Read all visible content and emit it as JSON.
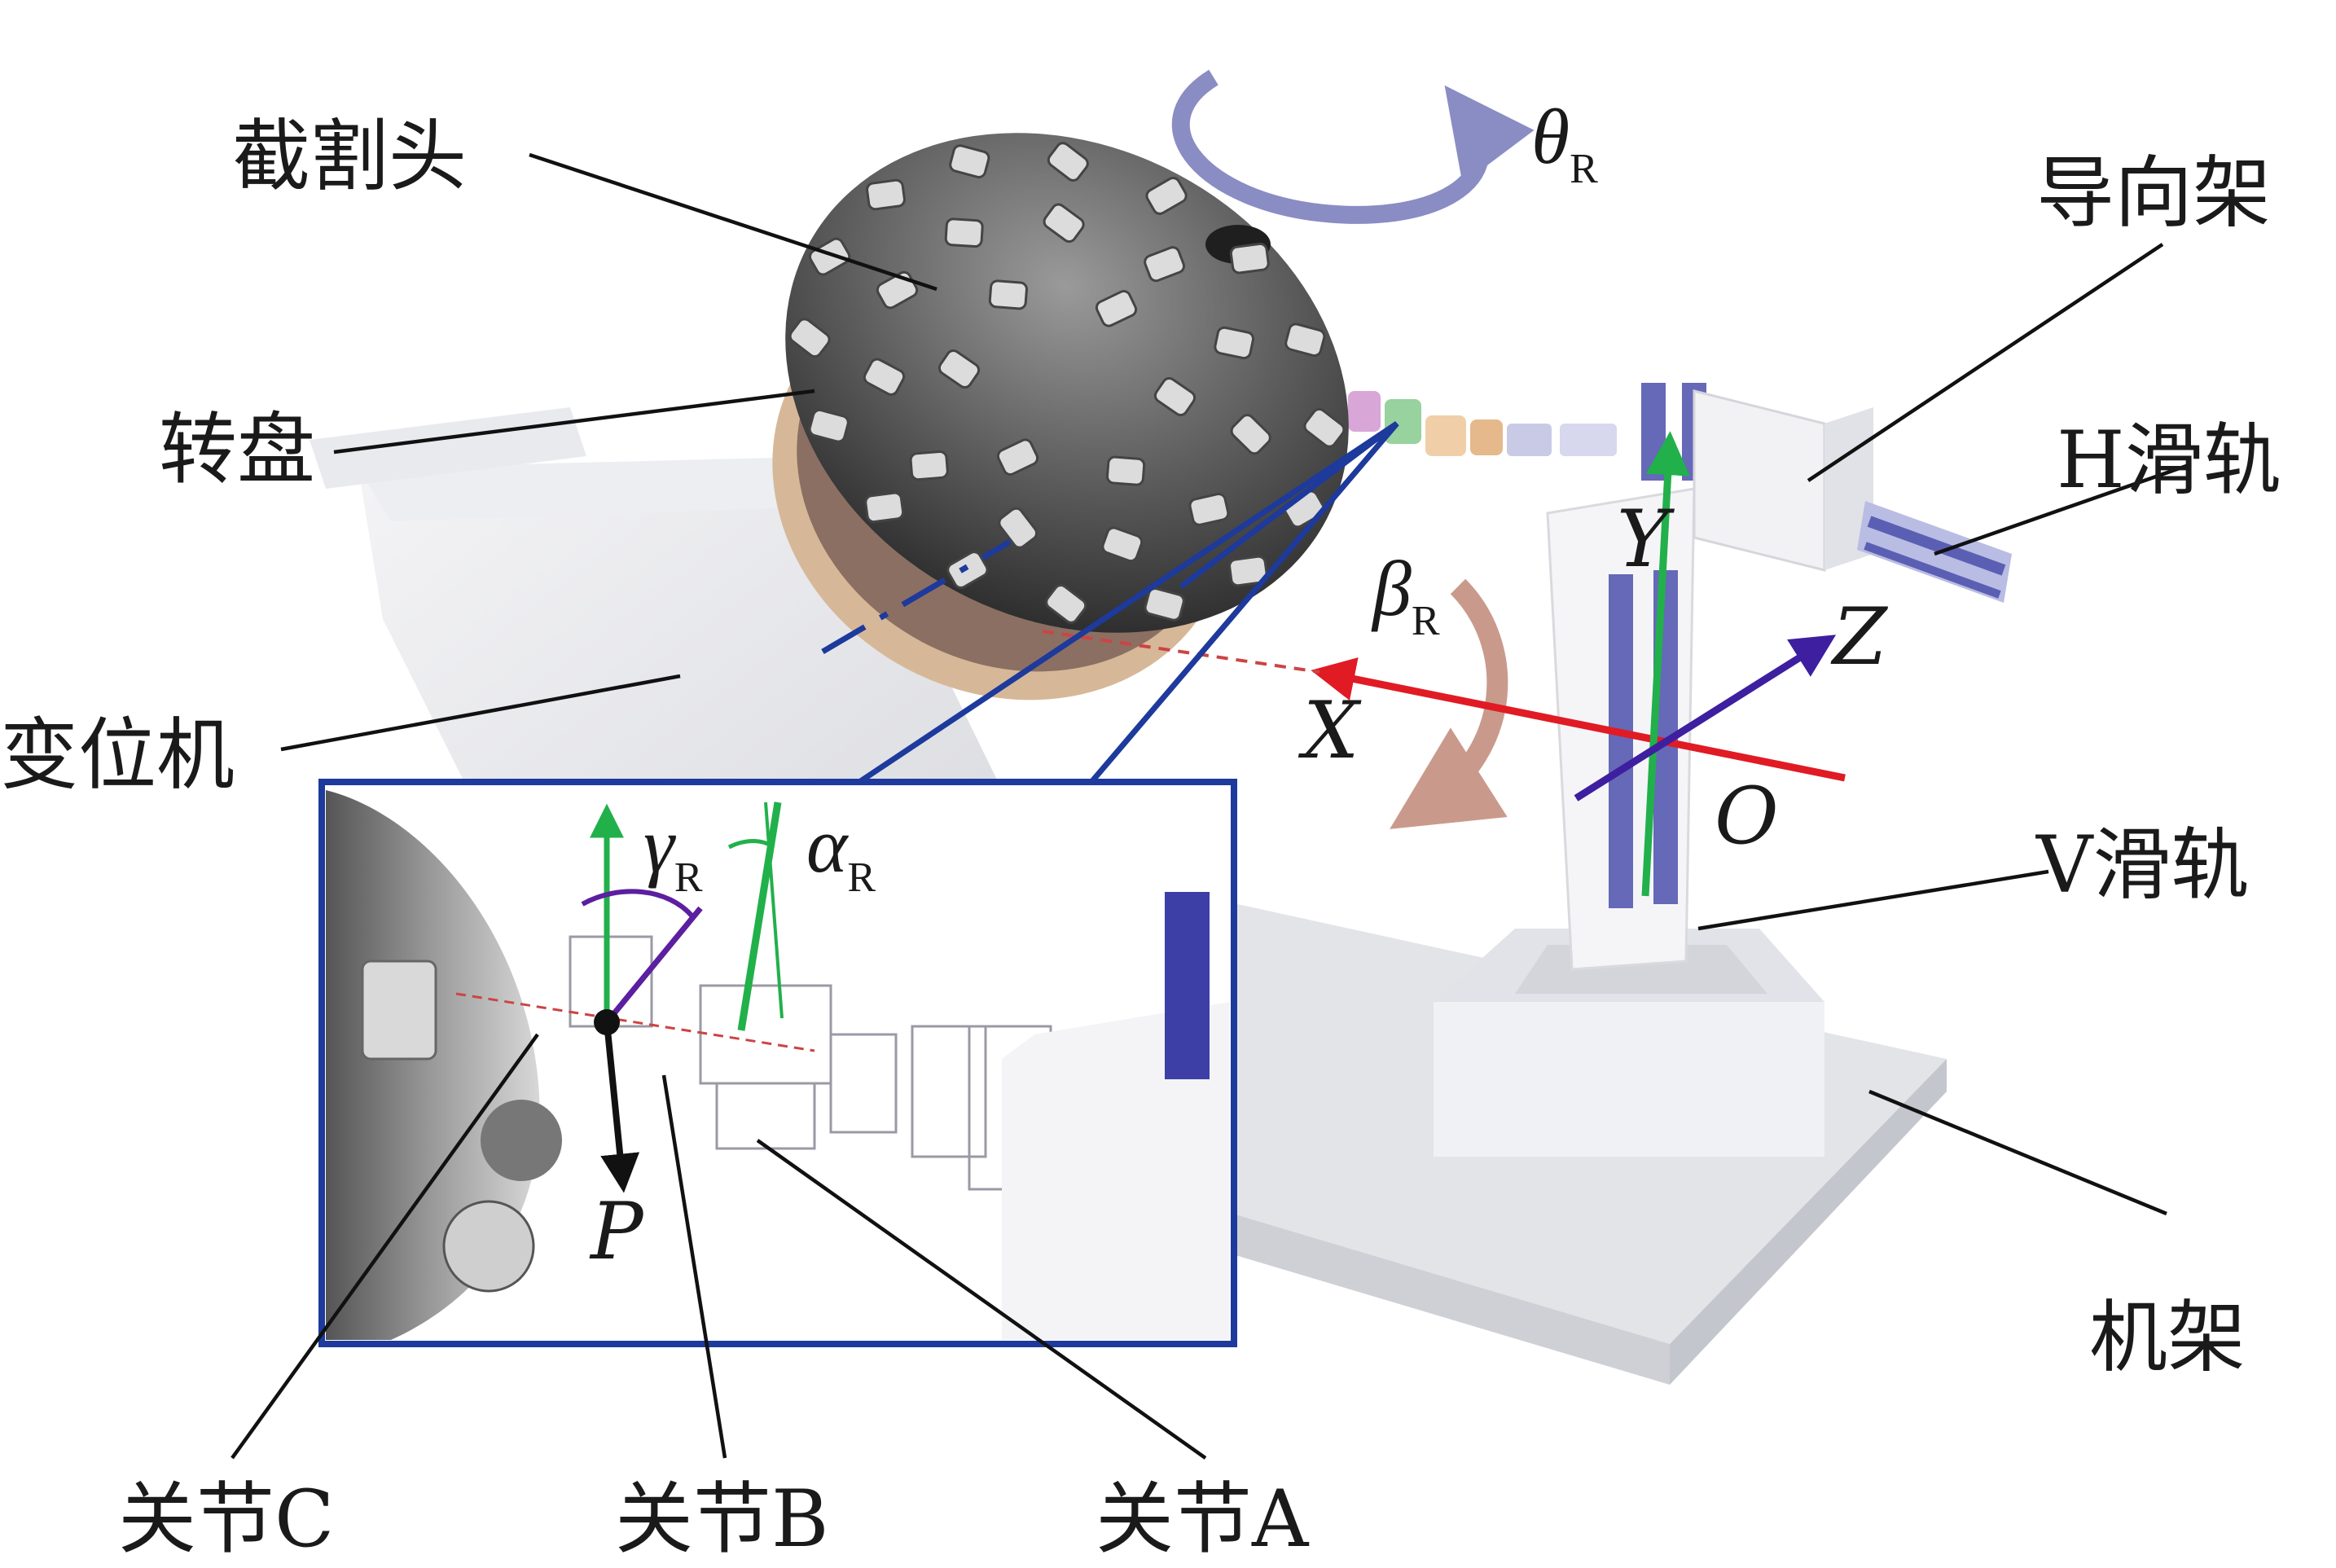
{
  "labels": {
    "cutting_head": "截割头",
    "turntable": "转盘",
    "positioner": "变位机",
    "guide_frame": "导向架",
    "h_rail": "H滑轨",
    "v_rail": "V滑轨",
    "frame": "机架",
    "joint_c": "关节C",
    "joint_b": "关节B",
    "joint_a": "关节A"
  },
  "symbols": {
    "theta": "θ",
    "theta_sub": "R",
    "beta": "β",
    "beta_sub": "R",
    "gamma": "γ",
    "gamma_sub": "R",
    "alpha": "α",
    "alpha_sub": "R",
    "axis_x": "X",
    "axis_y": "Y",
    "axis_z": "Z",
    "origin": "O",
    "point_p": "P"
  },
  "colors": {
    "axis_x": "#e01b24",
    "axis_y": "#22b04b",
    "axis_z": "#3d1fa0",
    "inset_border": "#1d3a9c",
    "rotation_arrow": "#8a8cc4",
    "beta_arrow": "#c99a8c",
    "joint_gamma": "#5b1fa0",
    "head_body": "#5b5b5b"
  }
}
